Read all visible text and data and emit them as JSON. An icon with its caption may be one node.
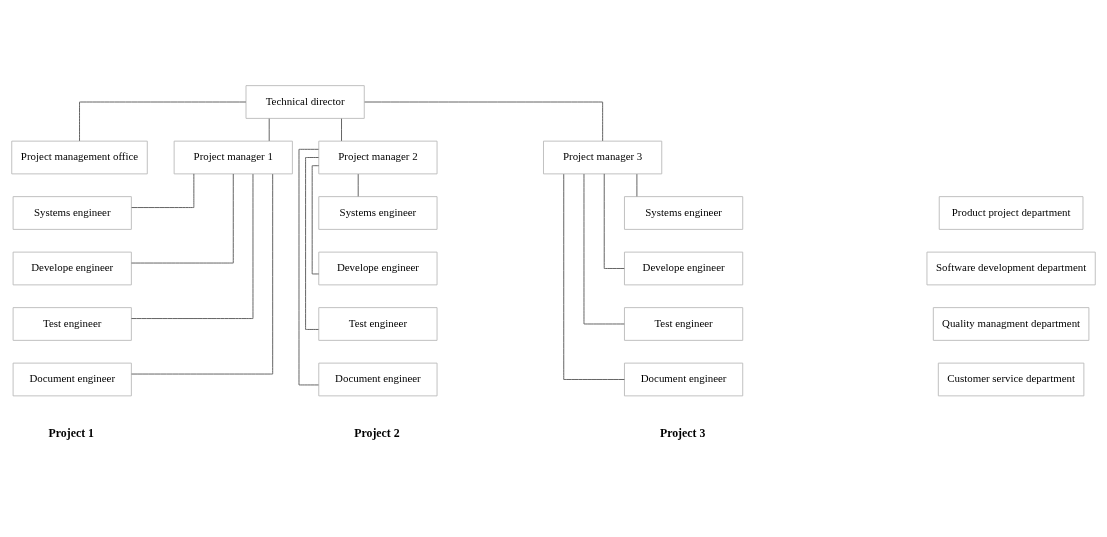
{
  "diagram": {
    "nodes": [
      {
        "text": [
          "Technical director"
        ]
      },
      {
        "text": [
          "Project management office"
        ]
      },
      {
        "text": [
          "Project manager 1"
        ]
      },
      {
        "text": [
          "Project manager 2"
        ]
      },
      {
        "text": [
          "Project manager 3"
        ]
      },
      {
        "text": [
          "Systems engineer"
        ]
      },
      {
        "text": [
          "Develope engineer"
        ]
      },
      {
        "text": [
          "Test engineer"
        ]
      },
      {
        "text": [
          "Document engineer"
        ]
      },
      {
        "text": [
          "Systems engineer"
        ]
      },
      {
        "text": [
          "Develope engineer"
        ]
      },
      {
        "text": [
          "Test engineer"
        ]
      },
      {
        "text": [
          "Document engineer"
        ]
      },
      {
        "text": [
          "Systems engineer"
        ]
      },
      {
        "text": [
          "Develope engineer"
        ]
      },
      {
        "text": [
          "Test engineer"
        ]
      },
      {
        "text": [
          "Document engineer"
        ]
      },
      {
        "text": [
          "Product project department"
        ]
      },
      {
        "text": [
          "Software development department"
        ]
      },
      {
        "text": [
          "Quality managment department"
        ]
      },
      {
        "text": [
          "Customer service department"
        ]
      }
    ],
    "edges": [
      {
        "from": 0,
        "to": 1,
        "arrow": "none"
      },
      {
        "from": 0,
        "to": 2,
        "arrow": "none"
      },
      {
        "from": 0,
        "to": 3,
        "arrow": "none"
      },
      {
        "from": 0,
        "to": 4,
        "arrow": "none"
      },
      {
        "from": 2,
        "to": 5,
        "arrow": "none"
      },
      {
        "from": 2,
        "to": 6,
        "arrow": "none"
      },
      {
        "from": 2,
        "to": 7,
        "arrow": "none"
      },
      {
        "from": 2,
        "to": 8,
        "arrow": "none"
      },
      {
        "from": 3,
        "to": 9,
        "arrow": "none"
      },
      {
        "from": 3,
        "to": 10,
        "arrow": "none"
      },
      {
        "from": 3,
        "to": 11,
        "arrow": "none"
      },
      {
        "from": 3,
        "to": 12,
        "arrow": "none"
      },
      {
        "from": 4,
        "to": 13,
        "arrow": "none"
      },
      {
        "from": 4,
        "to": 14,
        "arrow": "none"
      },
      {
        "from": 4,
        "to": 15,
        "arrow": "none"
      },
      {
        "from": 4,
        "to": 16,
        "arrow": "none"
      }
    ],
    "labels": [
      "Project 1",
      "Project 2",
      "Project 3"
    ]
  }
}
